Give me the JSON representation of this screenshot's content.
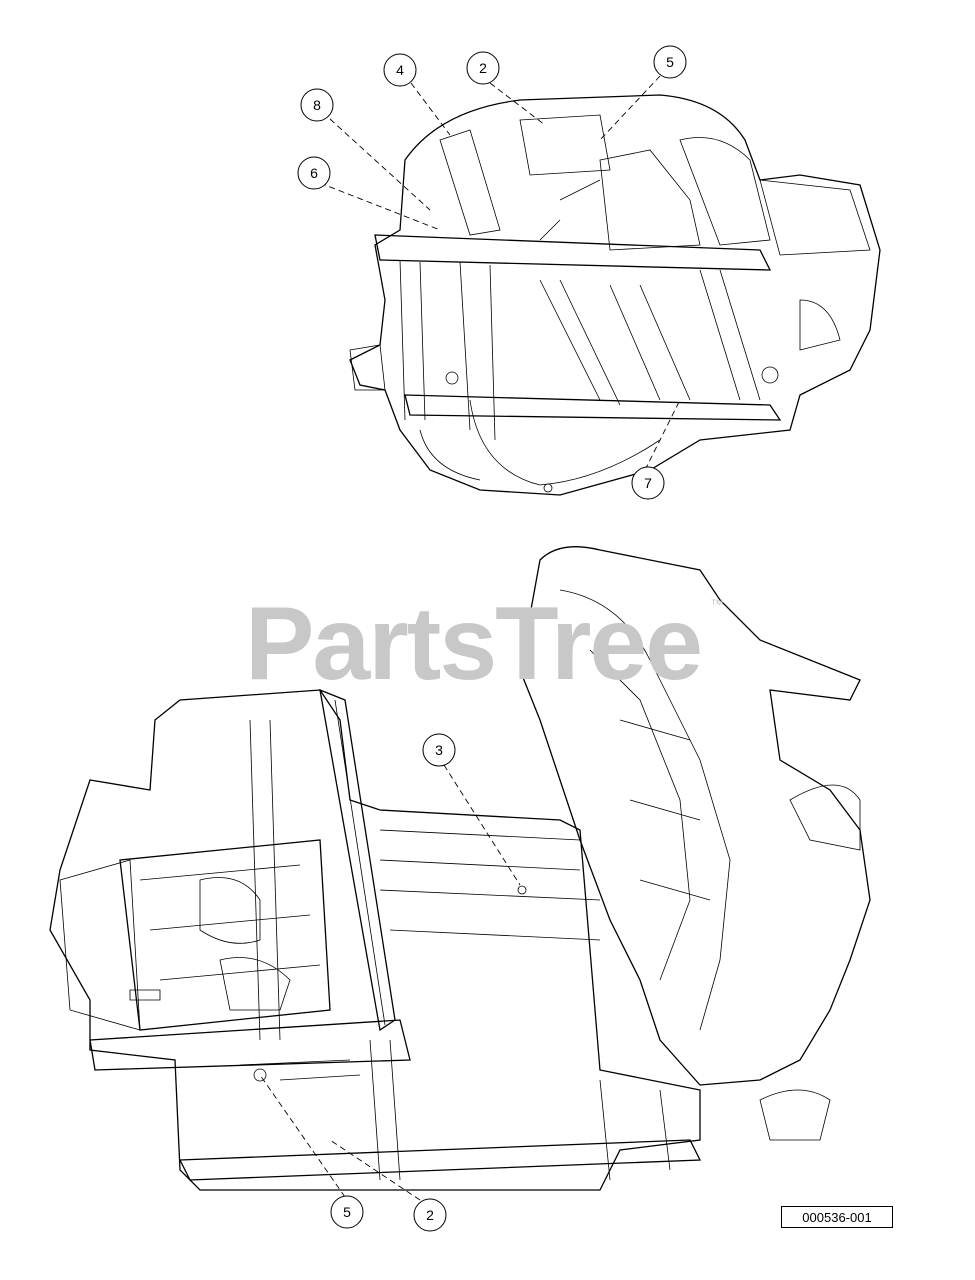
{
  "watermark": {
    "text": "PartsTree",
    "trademark": "™"
  },
  "figure_id": "000536-001",
  "callouts": [
    {
      "id": "c-top-4",
      "label": "4"
    },
    {
      "id": "c-top-2",
      "label": "2"
    },
    {
      "id": "c-top-5",
      "label": "5"
    },
    {
      "id": "c-top-8",
      "label": "8"
    },
    {
      "id": "c-top-6",
      "label": "6"
    },
    {
      "id": "c-top-7",
      "label": "7"
    },
    {
      "id": "c-bot-3",
      "label": "3"
    },
    {
      "id": "c-bot-5",
      "label": "5"
    },
    {
      "id": "c-bot-2",
      "label": "2"
    }
  ]
}
